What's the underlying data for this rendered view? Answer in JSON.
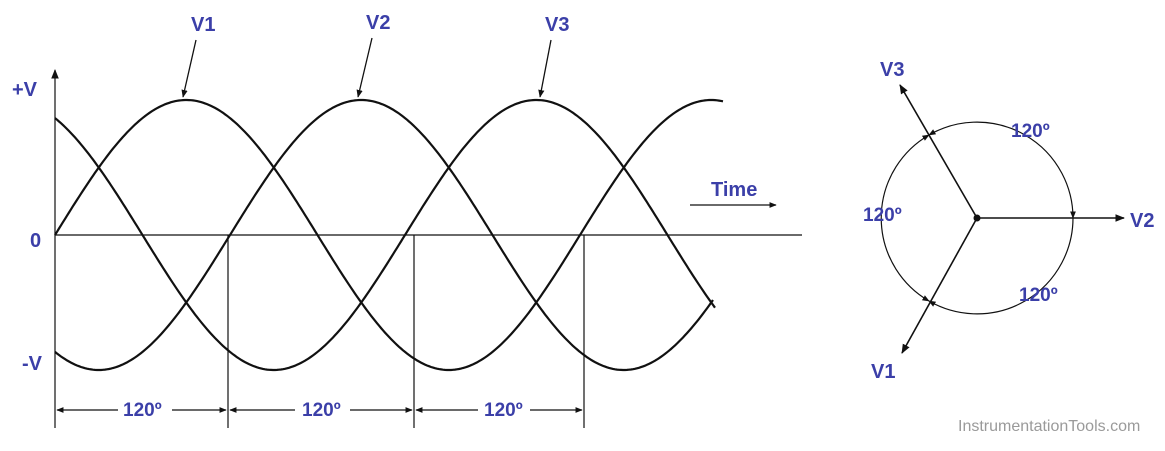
{
  "waveform": {
    "y_labels": {
      "pos": "+V",
      "zero": "0",
      "neg": "-V"
    },
    "time_label": "Time",
    "phase_labels": [
      "V1",
      "V2",
      "V3"
    ],
    "spacing_labels": [
      "120º",
      "120º",
      "120º"
    ]
  },
  "phasor": {
    "labels": {
      "v1": "V1",
      "v2": "V2",
      "v3": "V3"
    },
    "angle_labels": [
      "120º",
      "120º",
      "120º"
    ]
  },
  "watermark": "InstrumentationTools.com",
  "colors": {
    "label": "#3b3fa8",
    "line": "#111111",
    "watermark": "#9a9a9a"
  }
}
